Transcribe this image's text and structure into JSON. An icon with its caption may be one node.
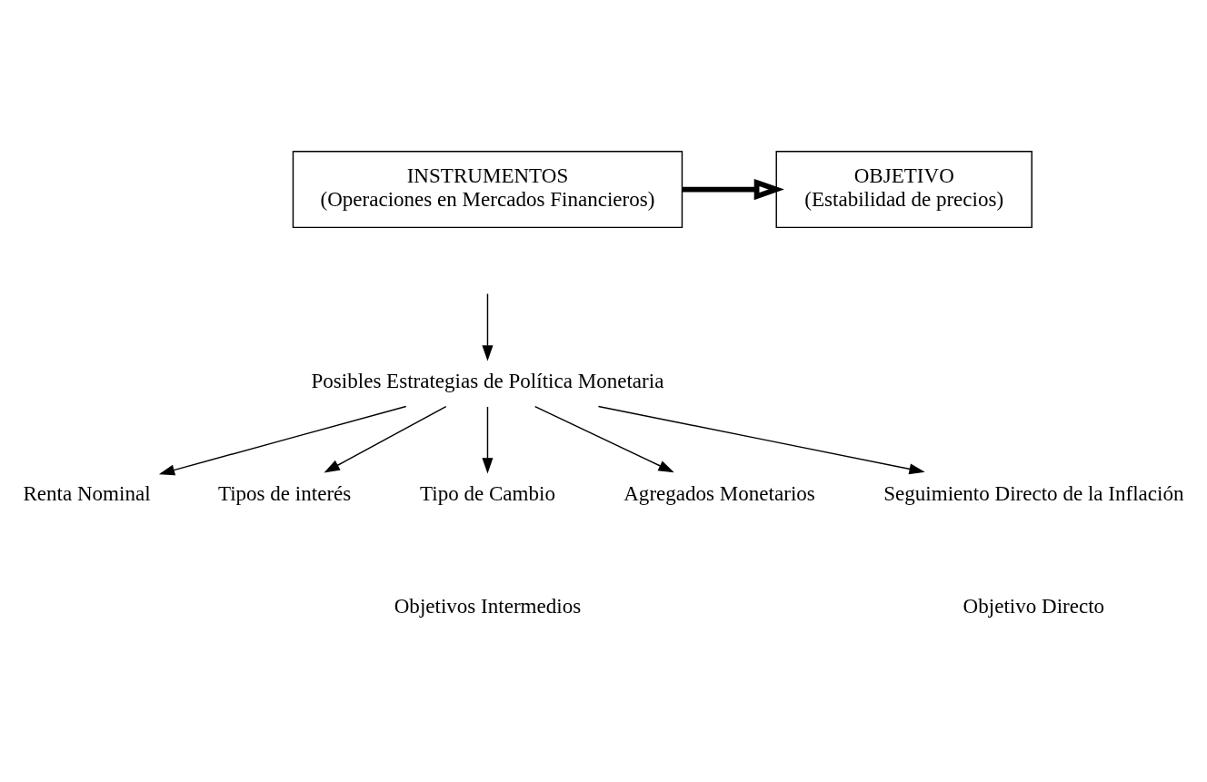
{
  "diagram": {
    "nodes": [
      {
        "text": [
          "INSTRUMENTOS",
          "(Operaciones en Mercados Financieros)"
        ]
      },
      {
        "text": [
          "OBJETIVO",
          "(Estabilidad de precios)"
        ]
      },
      {
        "text": [
          "Posibles Estrategias de Política Monetaria"
        ]
      },
      {
        "text": [
          "Renta Nominal"
        ]
      },
      {
        "text": [
          "Tipos de interés"
        ]
      },
      {
        "text": [
          "Tipo de Cambio"
        ]
      },
      {
        "text": [
          "Agregados Monetarios"
        ]
      },
      {
        "text": [
          "Seguimiento Directo de la Inflación"
        ]
      }
    ],
    "edges": [
      {
        "from": 0,
        "to": 1,
        "arrow": "to",
        "style": "thick"
      },
      {
        "from": null,
        "to": 2,
        "arrow": "to"
      },
      {
        "from": 2,
        "to": 3,
        "arrow": "to"
      },
      {
        "from": 2,
        "to": 4,
        "arrow": "to"
      },
      {
        "from": 2,
        "to": 5,
        "arrow": "to"
      },
      {
        "from": 2,
        "to": 6,
        "arrow": "to"
      },
      {
        "from": 2,
        "to": 7,
        "arrow": "to"
      }
    ],
    "labels": [
      "Objetivos Intermedios",
      "Objetivo Directo"
    ]
  }
}
